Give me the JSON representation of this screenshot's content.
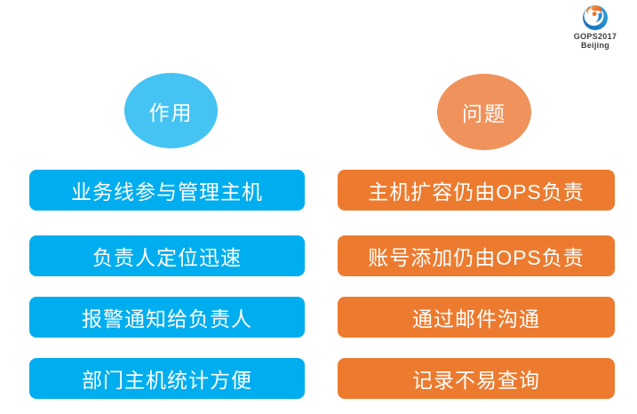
{
  "logo": {
    "title": "GOPS2017",
    "subtitle": "Beijing",
    "text_color": "#3d3d3d"
  },
  "left_column": {
    "header": "作用",
    "header_bg": "#45c3f2",
    "bar_bg": "#00aeef",
    "text_color": "#ffffff",
    "items": [
      "业务线参与管理主机",
      "负责人定位迅速",
      "报警通知给负责人",
      "部门主机统计方便"
    ]
  },
  "right_column": {
    "header": "问题",
    "header_bg": "#f0925c",
    "bar_bg": "#ec7b2f",
    "text_color": "#ffffff",
    "items": [
      "主机扩容仍由OPS负责",
      "账号添加仍由OPS负责",
      "通过邮件沟通",
      "记录不易查询"
    ]
  }
}
